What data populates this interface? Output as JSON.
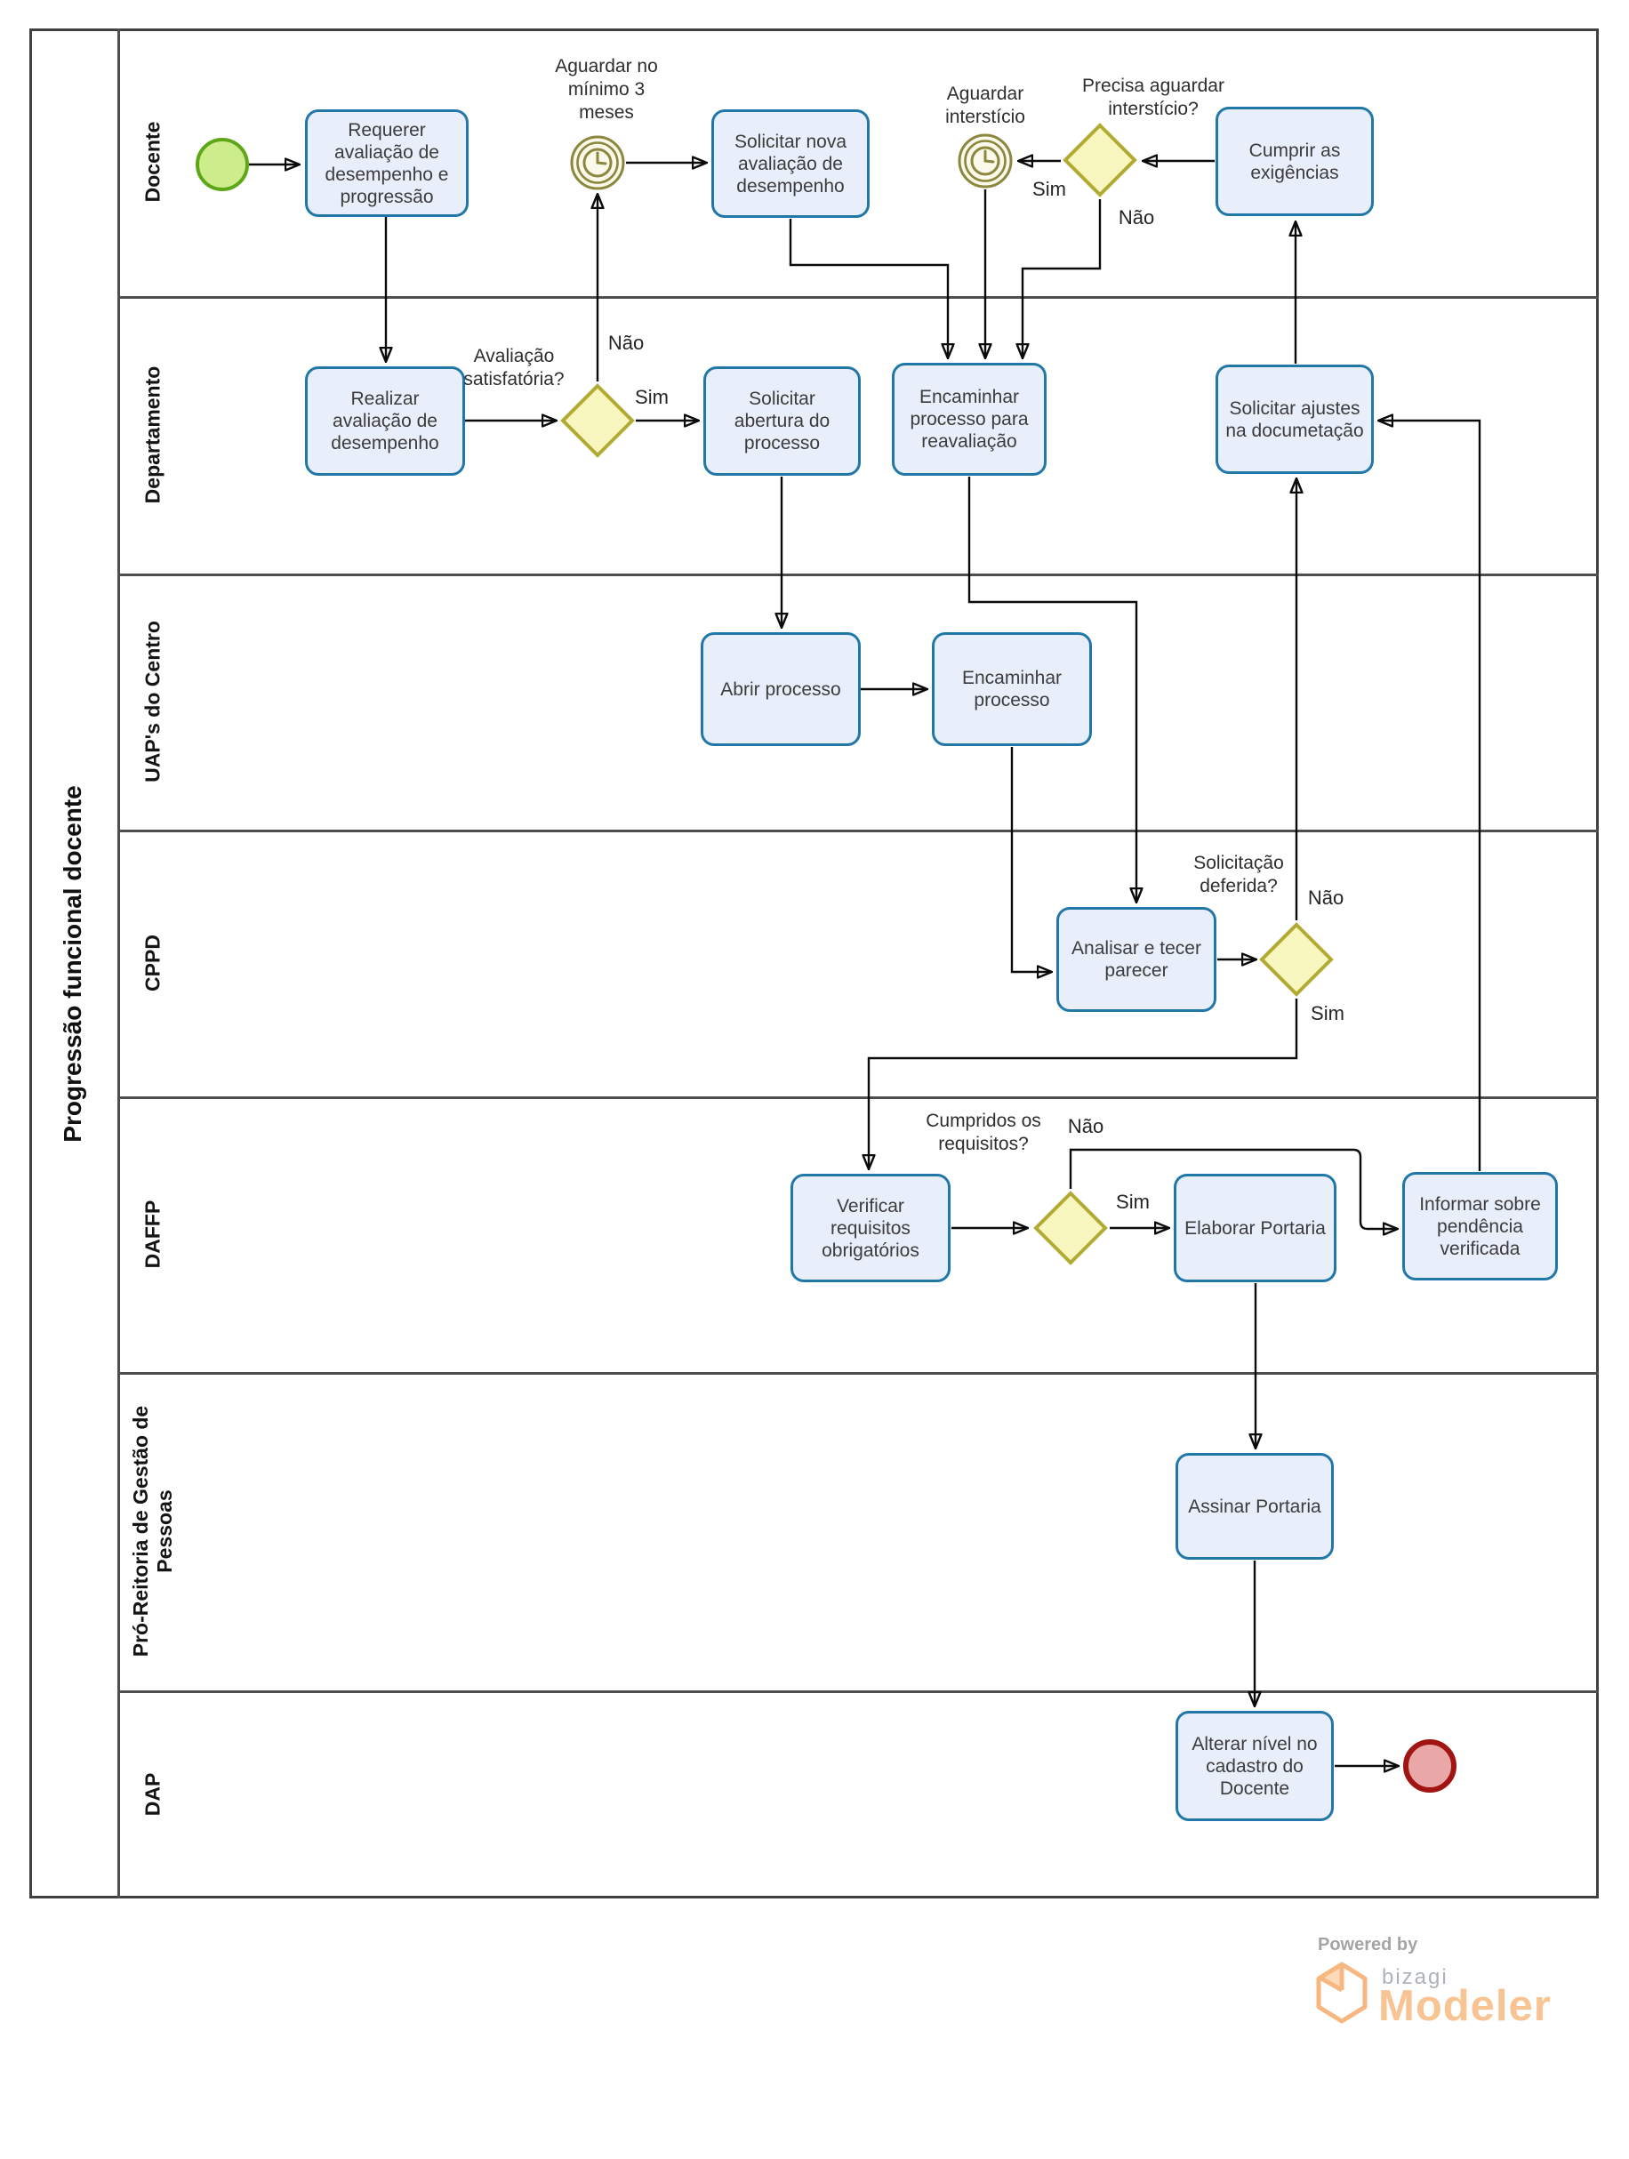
{
  "pool": {
    "title": "Progressão funcional docente"
  },
  "lanes": [
    {
      "label": "Docente"
    },
    {
      "label": "Departamento"
    },
    {
      "label": "UAP's do Centro"
    },
    {
      "label": "CPPD"
    },
    {
      "label": "DAFFP"
    },
    {
      "label": "Pró-Reitoria de Gestão de\nPessoas"
    },
    {
      "label": "DAP"
    }
  ],
  "tasks": [
    {
      "label": "Requerer avaliação de desempenho e progressão"
    },
    {
      "label": "Solicitar nova avaliação de desempenho"
    },
    {
      "label": "Cumprir as exigências"
    },
    {
      "label": "Realizar avaliação de desempenho"
    },
    {
      "label": "Solicitar abertura do processo"
    },
    {
      "label": "Encaminhar processo para reavaliação"
    },
    {
      "label": "Solicitar ajustes na documetação"
    },
    {
      "label": "Abrir processo"
    },
    {
      "label": "Encaminhar processo"
    },
    {
      "label": "Analisar e tecer parecer"
    },
    {
      "label": "Verificar requisitos obrigatórios"
    },
    {
      "label": "Elaborar Portaria"
    },
    {
      "label": "Informar sobre pendência verificada"
    },
    {
      "label": "Assinar Portaria"
    },
    {
      "label": "Alterar nível no cadastro do Docente"
    }
  ],
  "gateways": [
    {
      "question": "Avaliação\nsatisfatória?"
    },
    {
      "question": "Precisa aguardar\ninterstício?"
    },
    {
      "question": "Solicitação\ndeferida?"
    },
    {
      "question": "Cumpridos os\nrequisitos?"
    }
  ],
  "events": [
    {
      "type": "start"
    },
    {
      "type": "timer",
      "label": "Aguardar no\nmínimo 3\nmeses"
    },
    {
      "type": "timer",
      "label": "Aguardar\ninterstício"
    },
    {
      "type": "end"
    }
  ],
  "flow_labels": {
    "g1_sim": "Sim",
    "g1_nao": "Não",
    "g2_sim": "Sim",
    "g2_nao": "Não",
    "g3_sim": "Sim",
    "g3_nao": "Não",
    "g4_sim": "Sim",
    "g4_nao": "Não"
  },
  "branding": {
    "powered_by": "Powered by",
    "brand": "bizagi",
    "product": "Modeler"
  },
  "colors": {
    "task_fill": "#e9eefb",
    "task_border": "#2178a8",
    "gateway_fill": "#f9f7c0",
    "gateway_border": "#b1ab33",
    "start_fill": "#cdec8b",
    "start_border": "#5fa718",
    "end_fill": "#e9a7a7",
    "end_border": "#a01412",
    "timer_stroke": "#8b873f",
    "timer_fill": "#fbf9ea",
    "flow_color": "#0a0a0a",
    "brand_orange": "#f9bf8b",
    "brand_gray": "#a7acb4"
  }
}
